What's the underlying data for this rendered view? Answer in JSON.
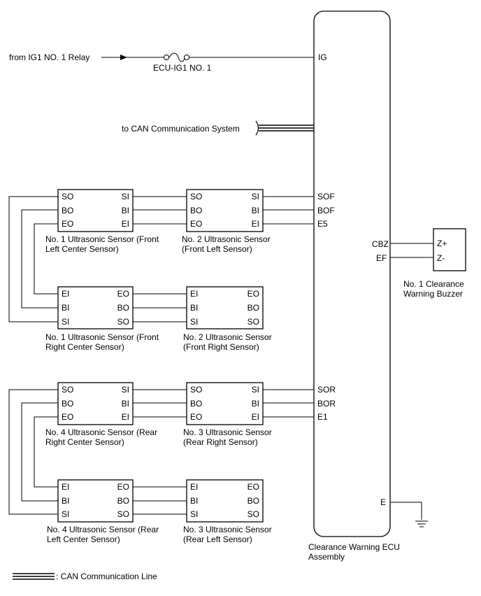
{
  "source": {
    "label": "from IG1 NO. 1 Relay"
  },
  "fuse": {
    "label": "ECU-IG1 NO. 1"
  },
  "can": {
    "label": "to CAN Communication System"
  },
  "ecu": {
    "name_line1": "Clearance Warning ECU",
    "name_line2": "Assembly",
    "pins": {
      "IG": "IG",
      "SOF": "SOF",
      "BOF": "BOF",
      "E5": "E5",
      "SOR": "SOR",
      "BOR": "BOR",
      "E1": "E1",
      "CBZ": "CBZ",
      "EF": "EF",
      "E": "E"
    }
  },
  "buzzer": {
    "pin_plus": "Z+",
    "pin_minus": "Z-",
    "name_line1": "No. 1 Clearance",
    "name_line2": "Warning Buzzer"
  },
  "pins": {
    "SO": "SO",
    "SI": "SI",
    "BO": "BO",
    "BI": "BI",
    "EO": "EO",
    "EI": "EI"
  },
  "sensors": {
    "s1": {
      "line1": "No. 1 Ultrasonic Sensor (Front",
      "line2": "Left Center Sensor)"
    },
    "s2": {
      "line1": "No. 2 Ultrasonic Sensor",
      "line2": "(Front Left Sensor)"
    },
    "s3": {
      "line1": "No. 1 Ultrasonic Sensor (Front",
      "line2": "Right Center Sensor)"
    },
    "s4": {
      "line1": "No. 2 Ultrasonic Sensor",
      "line2": "(Front Right Sensor)"
    },
    "s5": {
      "line1": "No. 4 Ultrasonic Sensor (Rear",
      "line2": "Right Center Sensor)"
    },
    "s6": {
      "line1": "No. 3 Ultrasonic Sensor",
      "line2": "(Rear Right Sensor)"
    },
    "s7": {
      "line1": "No. 4 Ultrasonic Sensor (Rear",
      "line2": "Left Center Sensor)"
    },
    "s8": {
      "line1": "No. 3 Ultrasonic Sensor",
      "line2": "(Rear Left Sensor)"
    }
  },
  "legend": {
    "label": ": CAN Communication Line"
  }
}
